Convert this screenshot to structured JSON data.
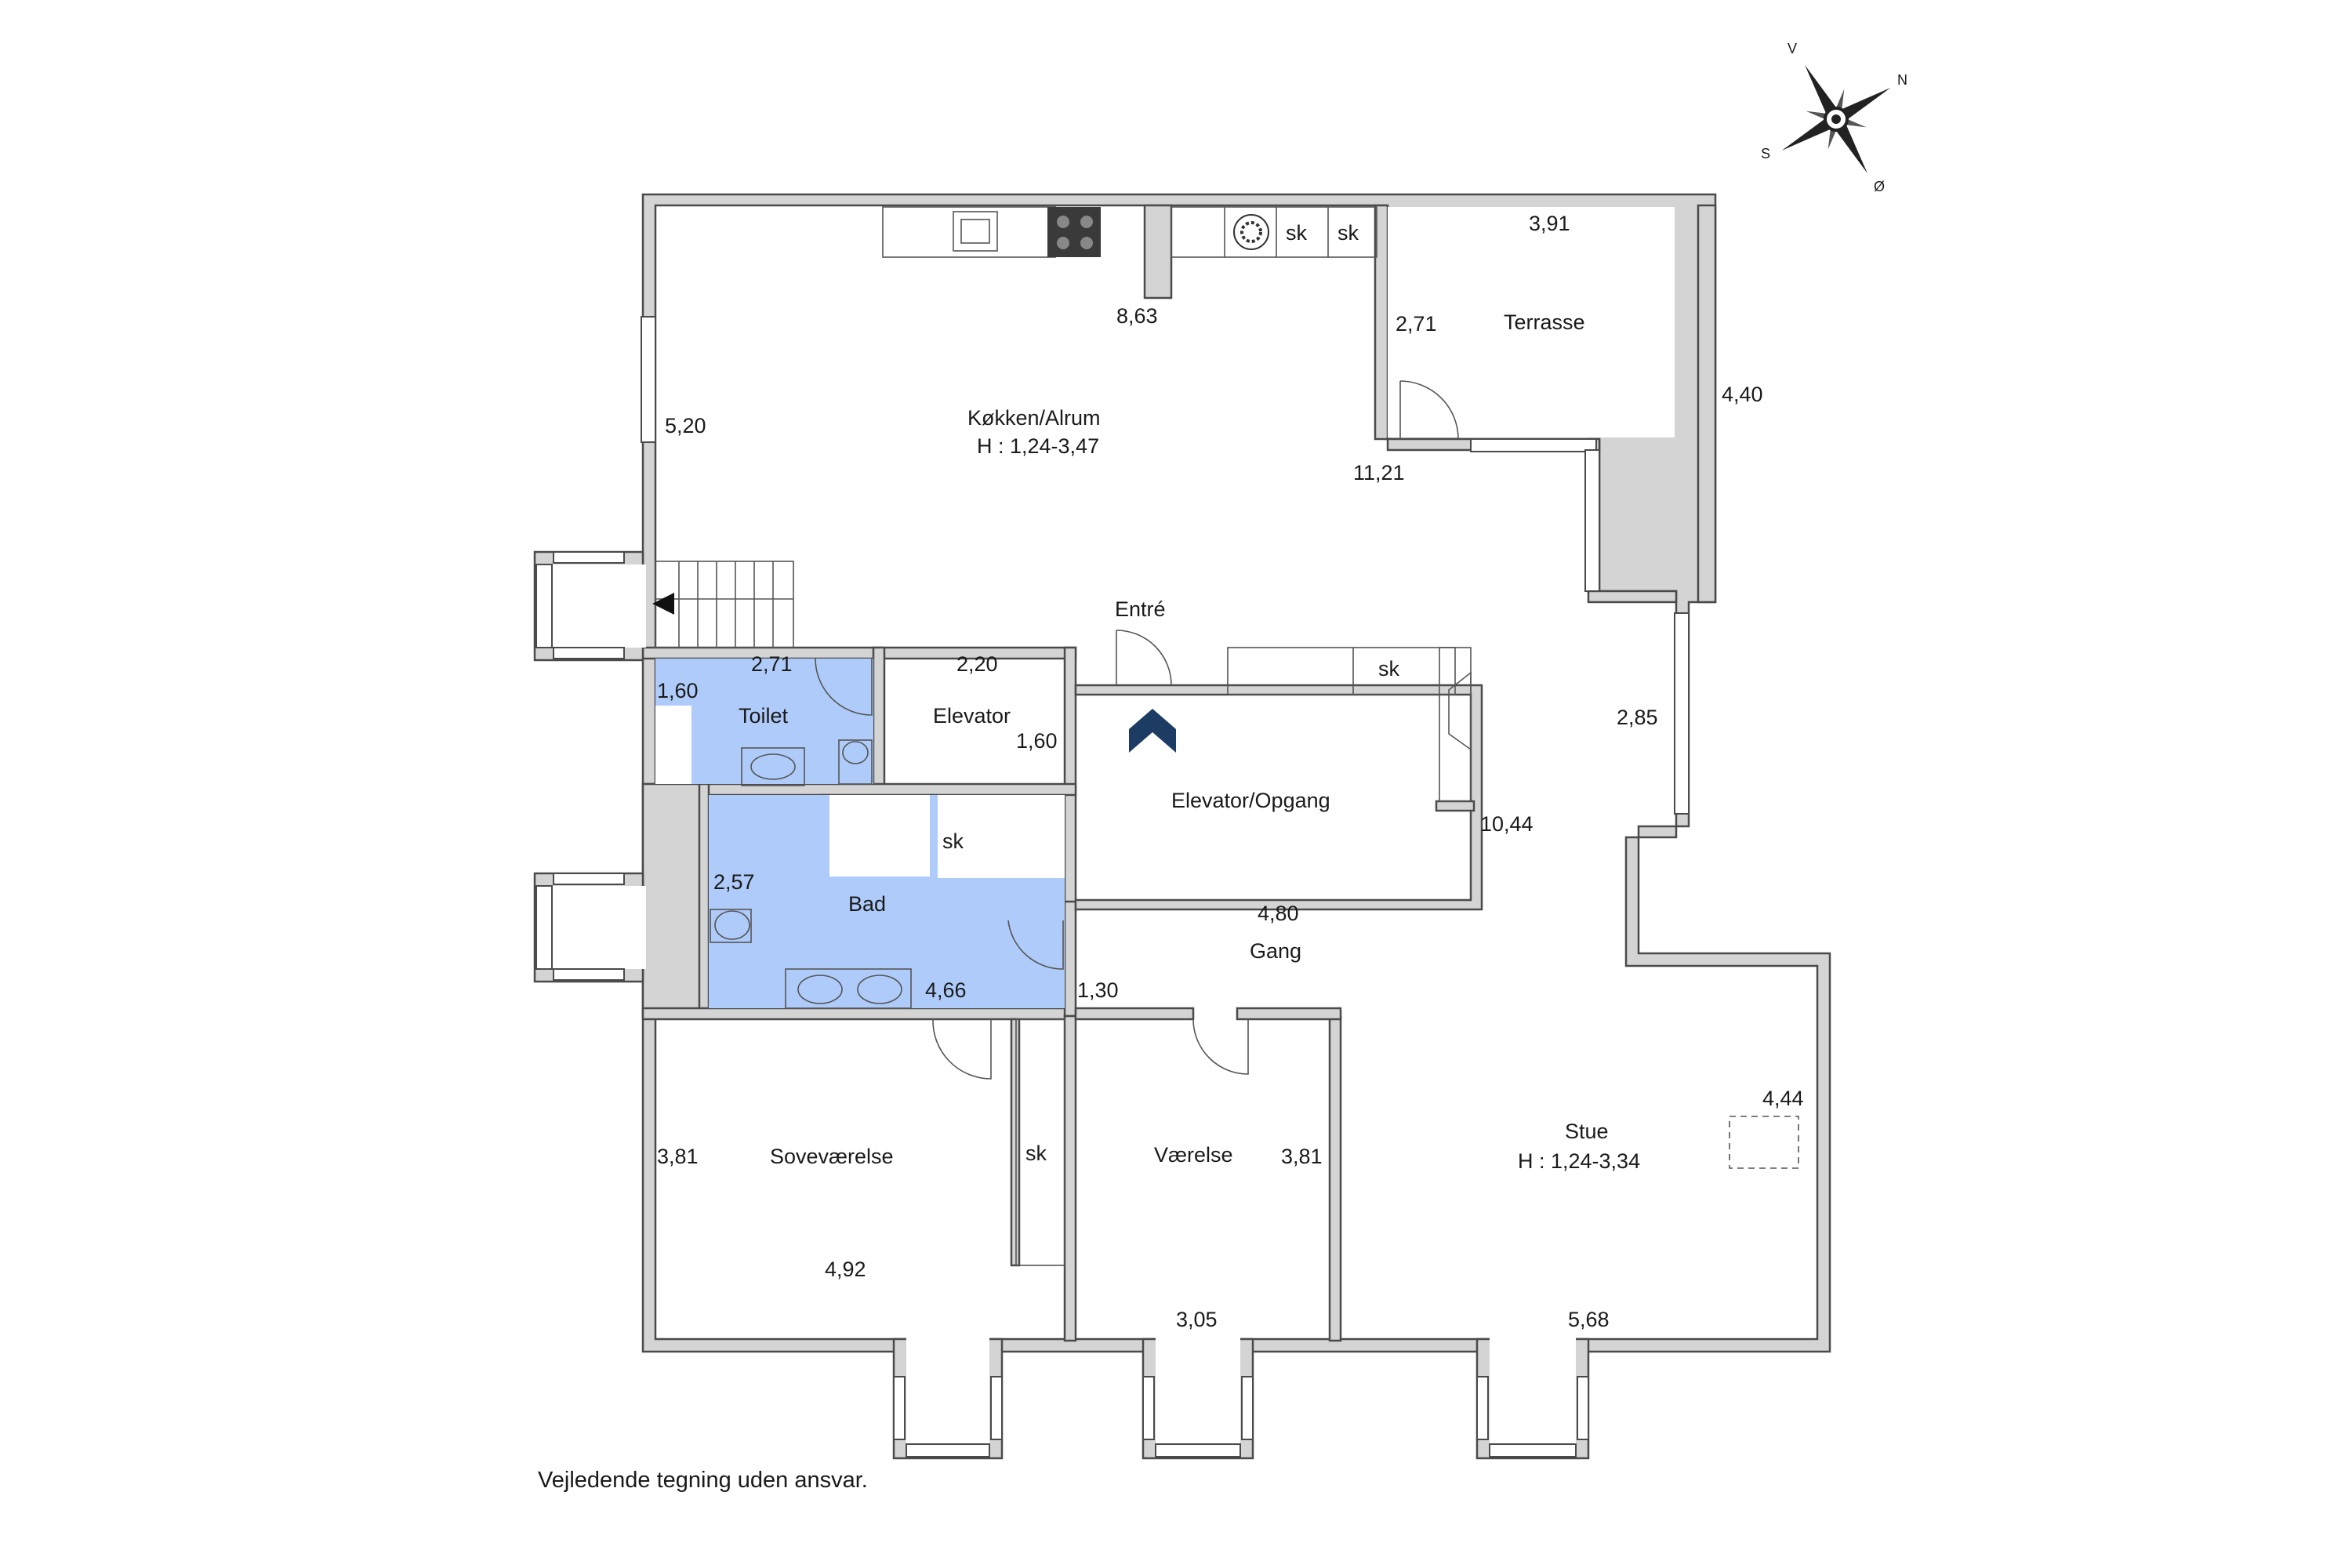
{
  "rooms": {
    "kitchen": {
      "name": "Køkken/Alrum",
      "height": "H : 1,24-3,47"
    },
    "terrace": {
      "name": "Terrasse"
    },
    "entry": {
      "name": "Entré"
    },
    "toilet": {
      "name": "Toilet"
    },
    "elevator": {
      "name": "Elevator"
    },
    "landing": {
      "name": "Elevator/Opgang"
    },
    "bath": {
      "name": "Bad"
    },
    "hall": {
      "name": "Gang"
    },
    "bedroom": {
      "name": "Soveværelse"
    },
    "room": {
      "name": "Værelse"
    },
    "living": {
      "name": "Stue",
      "height": "H : 1,24-3,34"
    }
  },
  "dimensions": {
    "d1": "5,20",
    "d2": "8,63",
    "d3": "3,91",
    "d4": "2,71",
    "d5": "4,40",
    "d6": "11,21",
    "d7": "2,71",
    "d8": "1,60",
    "d9": "2,20",
    "d10": "1,60",
    "d11": "2,85",
    "d12": "10,44",
    "d13": "2,57",
    "d14": "4,80",
    "d15": "4,66",
    "d16": "1,30",
    "d17": "4,44",
    "d18": "3,81",
    "d19": "3,81",
    "d20": "4,92",
    "d21": "3,05",
    "d22": "5,68"
  },
  "closets": {
    "k1": "sk",
    "k2": "sk",
    "k3": "sk",
    "k4": "sk",
    "k5": "sk"
  },
  "compass": {
    "v": "V",
    "n": "N",
    "s": "S",
    "o": "Ø"
  },
  "footer": {
    "note": "Vejledende tegning uden ansvar."
  }
}
